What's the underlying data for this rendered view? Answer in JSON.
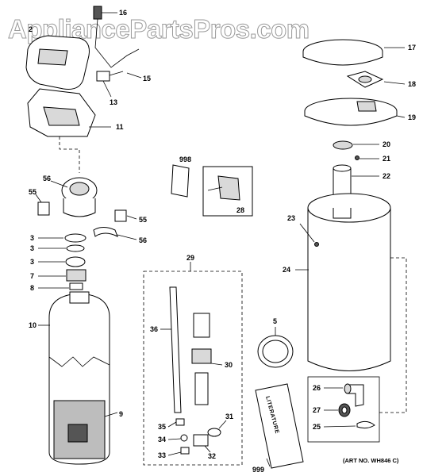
{
  "watermark": "AppliancePartsPros.com",
  "art_number": "(ART NO. WH846 C)",
  "literature_label": "LITERATURE",
  "callouts": {
    "c2": "2",
    "c16": "16",
    "c15": "15",
    "c13": "13",
    "c11": "11",
    "c56a": "56",
    "c55a": "55",
    "c55b": "55",
    "c56b": "56",
    "c3a": "3",
    "c3b": "3",
    "c3c": "3",
    "c7": "7",
    "c8": "8",
    "c10": "10",
    "c9": "9",
    "c998": "998",
    "c28": "28",
    "c29": "29",
    "c36": "36",
    "c30": "30",
    "c31": "31",
    "c35": "35",
    "c34": "34",
    "c33": "33",
    "c32": "32",
    "c17": "17",
    "c18": "18",
    "c19": "19",
    "c20": "20",
    "c21": "21",
    "c22": "22",
    "c23": "23",
    "c24": "24",
    "c5": "5",
    "c26": "26",
    "c27": "27",
    "c25": "25",
    "c999": "999"
  }
}
